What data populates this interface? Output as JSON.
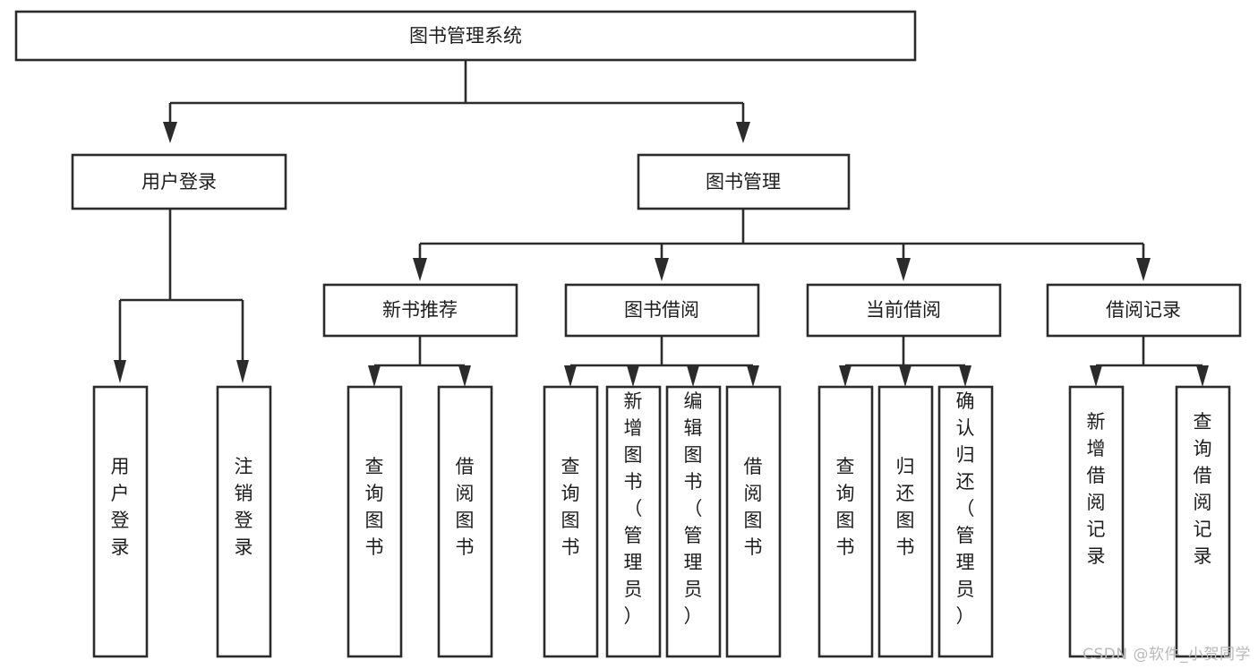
{
  "diagram": {
    "type": "tree",
    "title": "图书管理系统",
    "watermark": "CSDN @软件_小贺同学",
    "colors": {
      "stroke": "#2b2b2b",
      "fill": "#ffffff",
      "text": "#1d1d1d",
      "watermark": "#b9b9b9"
    },
    "root": {
      "label": "图书管理系统"
    },
    "level2": [
      {
        "label": "用户登录"
      },
      {
        "label": "图书管理"
      }
    ],
    "level3": [
      {
        "label": "新书推荐"
      },
      {
        "label": "图书借阅"
      },
      {
        "label": "当前借阅"
      },
      {
        "label": "借阅记录"
      }
    ],
    "leaves": {
      "user_login": [
        {
          "label": "用户登录"
        },
        {
          "label": "注销登录"
        }
      ],
      "new_book": [
        {
          "label": "查询图书"
        },
        {
          "label": "借阅图书"
        }
      ],
      "book_borrow": [
        {
          "label": "查询图书"
        },
        {
          "label": "新增图书（管理员）"
        },
        {
          "label": "编辑图书（管理员）"
        },
        {
          "label": "借阅图书"
        }
      ],
      "current_borrow": [
        {
          "label": "查询图书"
        },
        {
          "label": "归还图书"
        },
        {
          "label": "确认归还（管理员）"
        }
      ],
      "borrow_record": [
        {
          "label": "新增借阅记录"
        },
        {
          "label": "查询借阅记录"
        }
      ]
    }
  }
}
